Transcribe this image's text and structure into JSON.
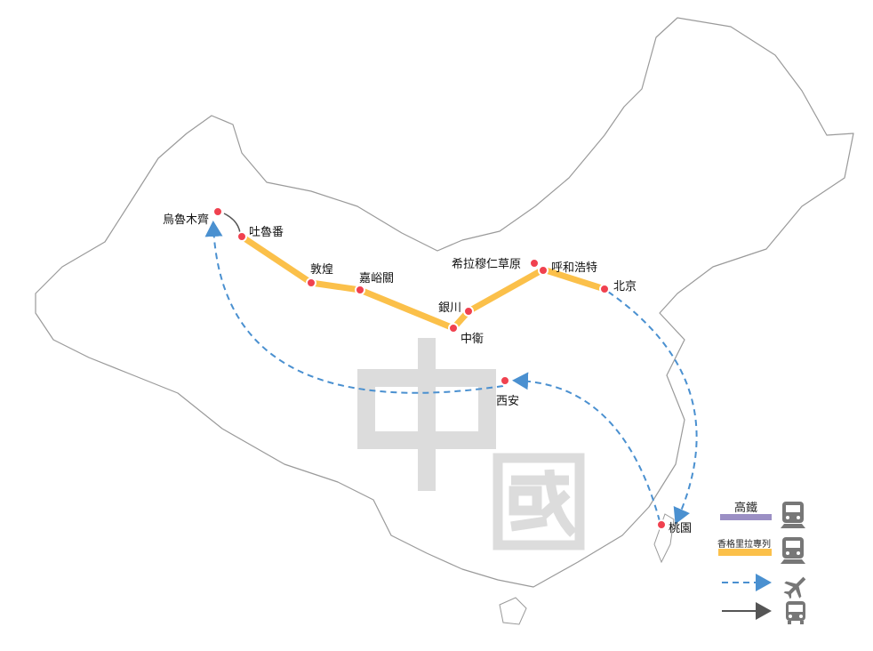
{
  "watermark": {
    "line1": "中",
    "line2": "國"
  },
  "cities": [
    {
      "name": "烏魯木齊"
    },
    {
      "name": "吐魯番"
    },
    {
      "name": "敦煌"
    },
    {
      "name": "嘉峪關"
    },
    {
      "name": "中衛"
    },
    {
      "name": "銀川"
    },
    {
      "name": "希拉穆仁草原"
    },
    {
      "name": "呼和浩特"
    },
    {
      "name": "北京"
    },
    {
      "name": "西安"
    },
    {
      "name": "桃園"
    }
  ],
  "legend": {
    "items": [
      {
        "label": "高鐵",
        "icon": "train-icon",
        "color": "#9b8fc4"
      },
      {
        "label": "香格里拉專列",
        "icon": "train-icon",
        "color": "#fbc04a"
      },
      {
        "label": "",
        "icon": "airplane-icon",
        "color": "#4a90d0"
      },
      {
        "label": "",
        "icon": "bus-icon",
        "color": "#555555"
      }
    ]
  },
  "colors": {
    "rail": "#fbc04a",
    "flight": "#4a90d0",
    "marker": "#f0414f",
    "outline": "#999999"
  }
}
